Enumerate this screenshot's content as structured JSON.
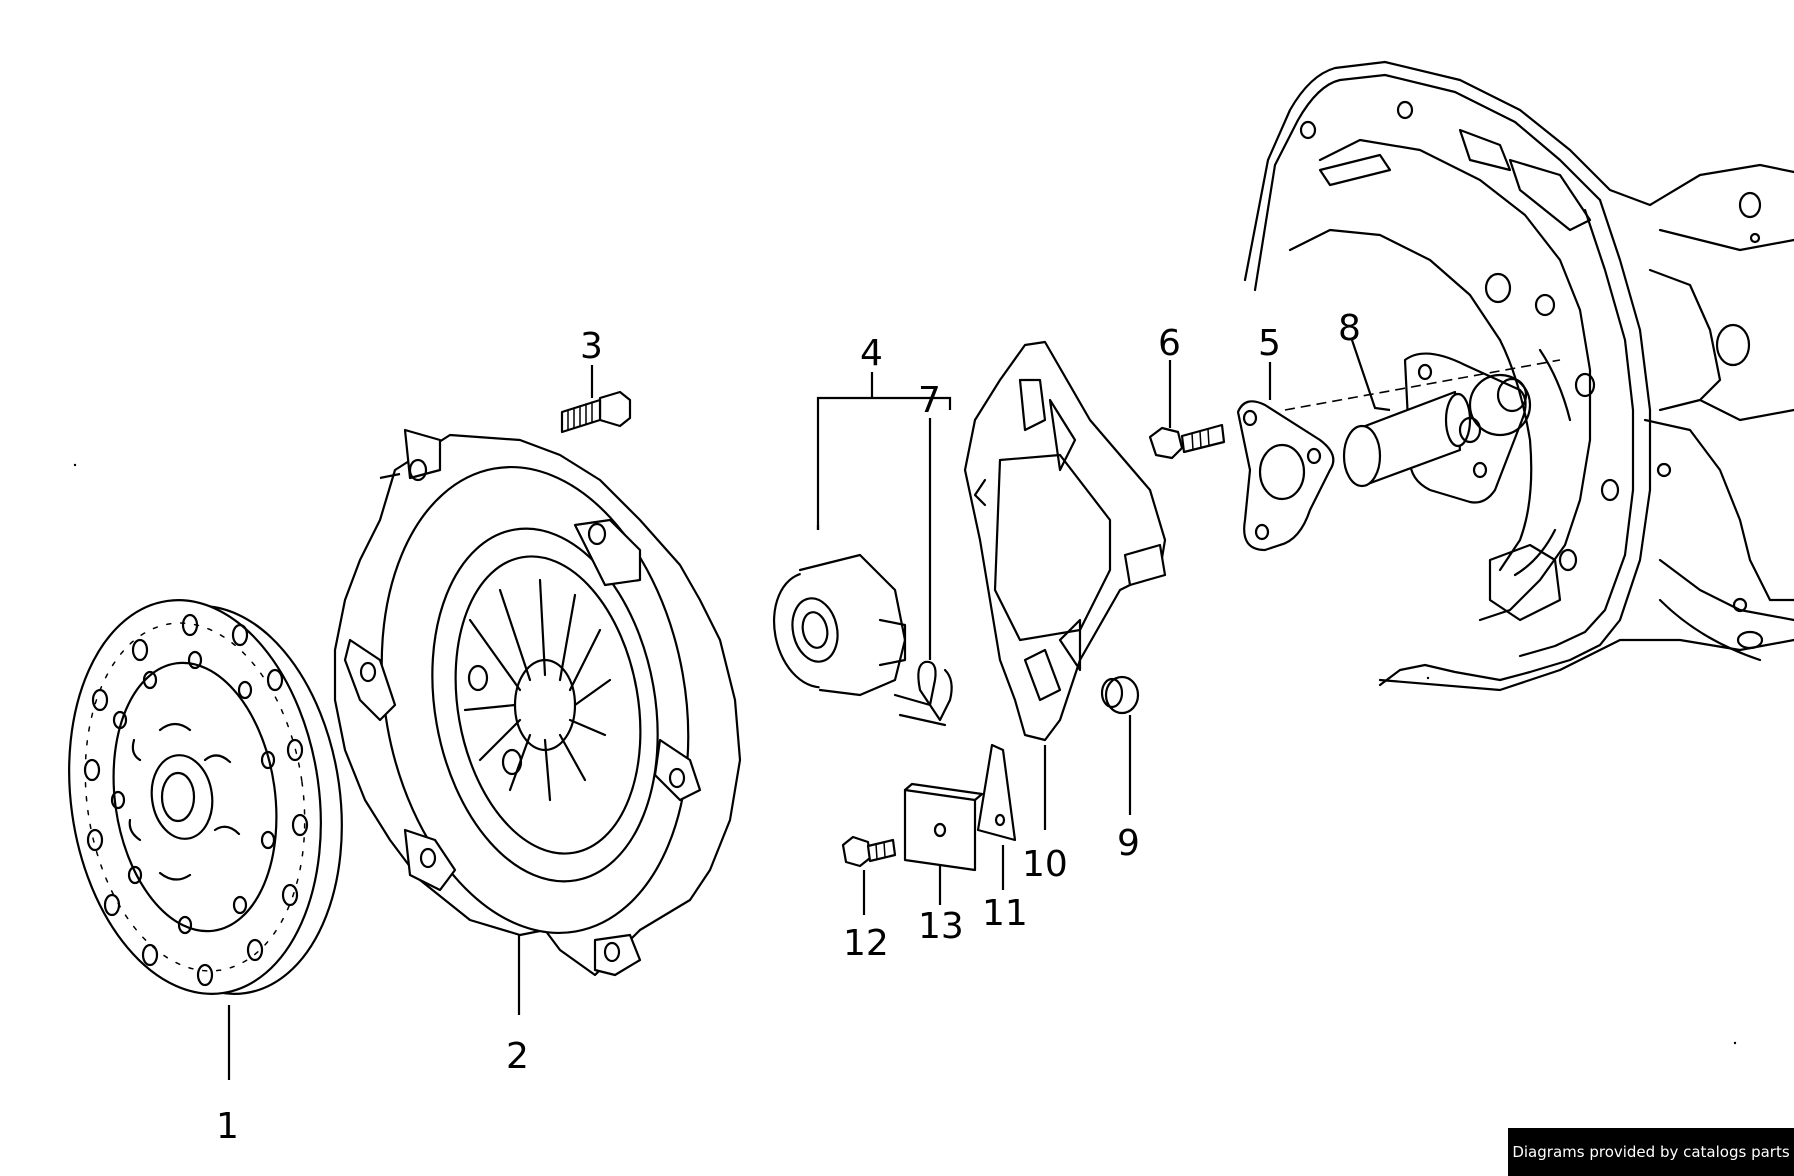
{
  "labels": [
    "1",
    "2",
    "3",
    "4",
    "5",
    "6",
    "7",
    "8",
    "9",
    "10",
    "11",
    "12",
    "13"
  ],
  "credit": "Diagrams provided by catalogs parts"
}
